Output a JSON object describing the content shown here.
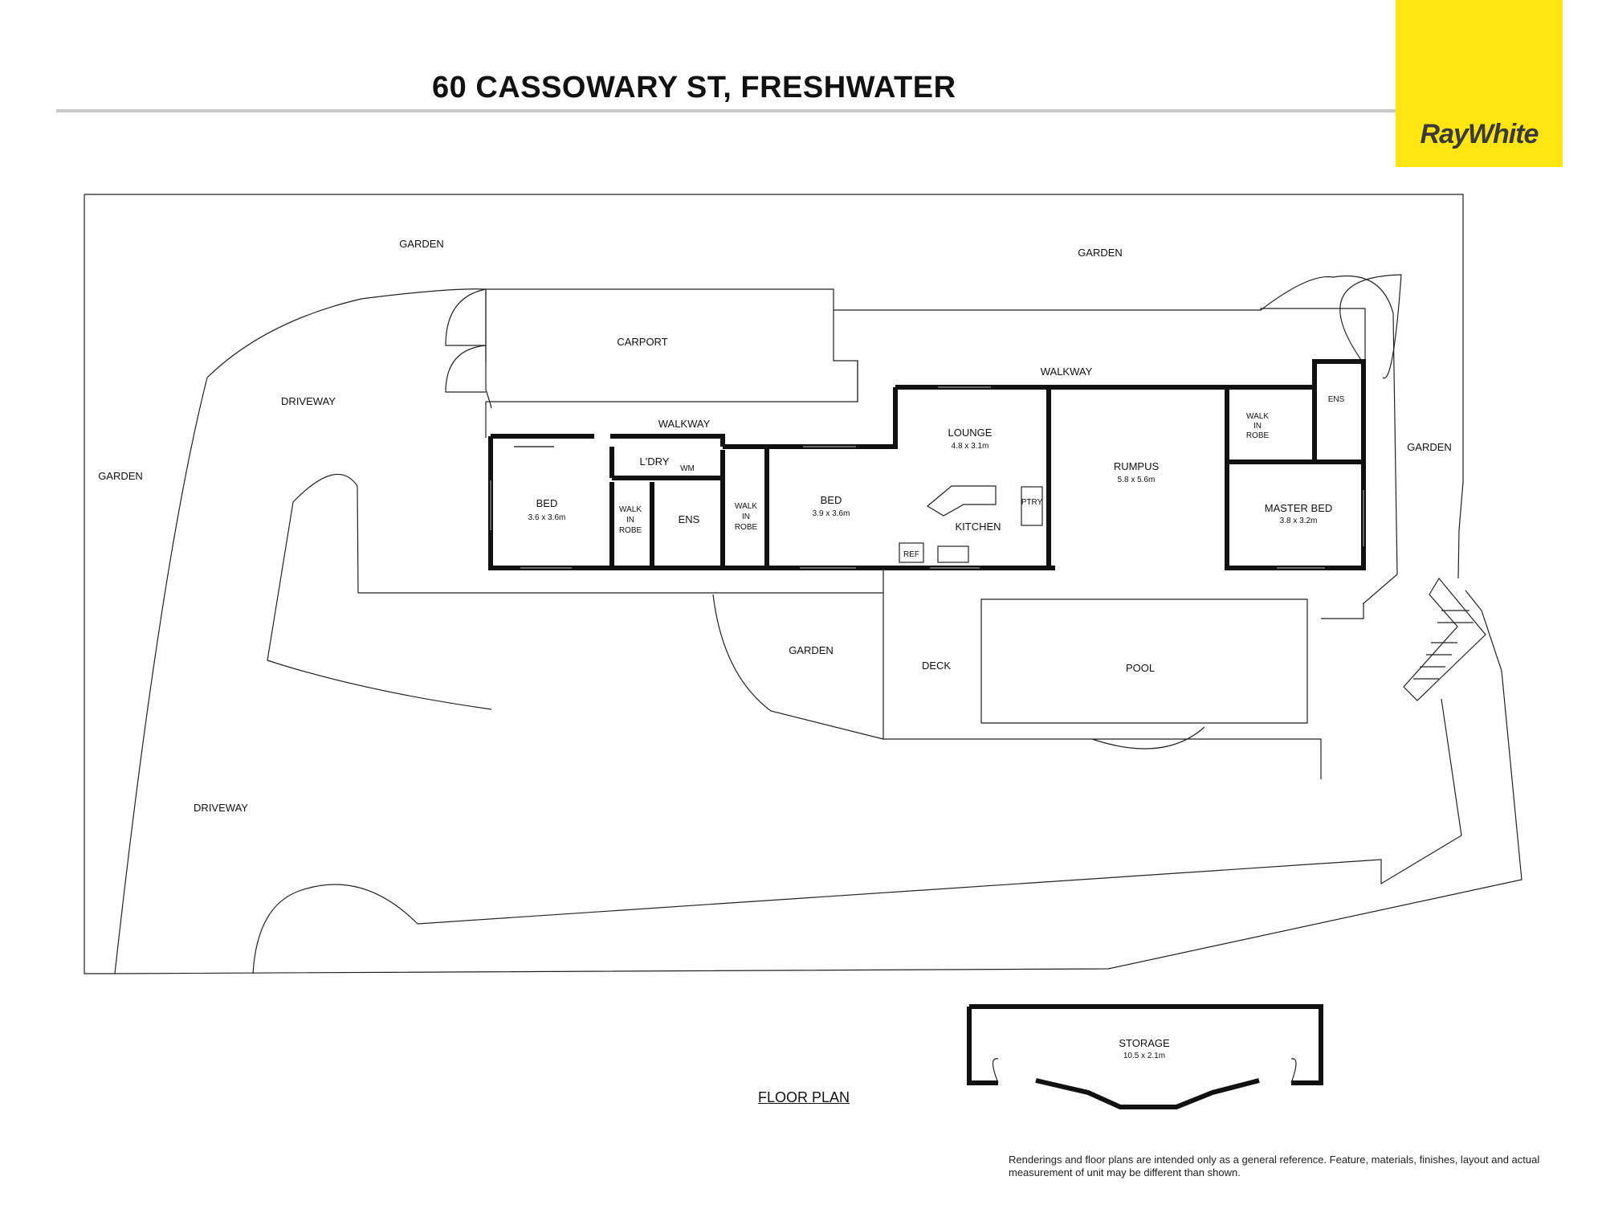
{
  "header": {
    "address": "60 CASSOWARY ST, FRESHWATER",
    "brand": "RayWhite"
  },
  "colors": {
    "brand_yellow": "#ffe512",
    "wall": "#111111",
    "line": "#222222"
  },
  "labels": {
    "garden_top_left": "GARDEN",
    "garden_top_right": "GARDEN",
    "garden_left": "GARDEN",
    "garden_right": "GARDEN",
    "garden_middle": "GARDEN",
    "driveway_upper": "DRIVEWAY",
    "driveway_lower": "DRIVEWAY",
    "carport": "CARPORT",
    "walkway_top": "WALKWAY",
    "walkway_mid": "WALKWAY",
    "deck": "DECK",
    "pool": "POOL"
  },
  "rooms": {
    "bed1": {
      "name": "BED",
      "size": "3.6 x 3.6m"
    },
    "wir1": {
      "line1": "WALK",
      "line2": "IN",
      "line3": "ROBE"
    },
    "laundry": {
      "name": "L'DRY",
      "appliance": "WM"
    },
    "ensuite1": {
      "name": "ENS"
    },
    "wir2": {
      "line1": "WALK",
      "line2": "IN",
      "line3": "ROBE"
    },
    "bed2": {
      "name": "BED",
      "size": "3.9 x 3.6m"
    },
    "lounge": {
      "name": "LOUNGE",
      "size": "4.8 x 3.1m"
    },
    "kitchen": {
      "name": "KITCHEN",
      "pantry": "PTRY",
      "fridge": "REF"
    },
    "rumpus": {
      "name": "RUMPUS",
      "size": "5.8 x 5.6m"
    },
    "wir3": {
      "line1": "WALK",
      "line2": "IN",
      "line3": "ROBE"
    },
    "ensuite2": {
      "name": "ENS"
    },
    "master": {
      "name": "MASTER BED",
      "size": "3.8 x 3.2m"
    },
    "storage": {
      "name": "STORAGE",
      "size": "10.5 x 2.1m"
    }
  },
  "footer": {
    "plan_caption": "FLOOR PLAN",
    "disclaimer": "Renderings and floor plans are intended only as a general reference. Feature, materials, finishes, layout and actual measurement of unit may be different than shown."
  }
}
